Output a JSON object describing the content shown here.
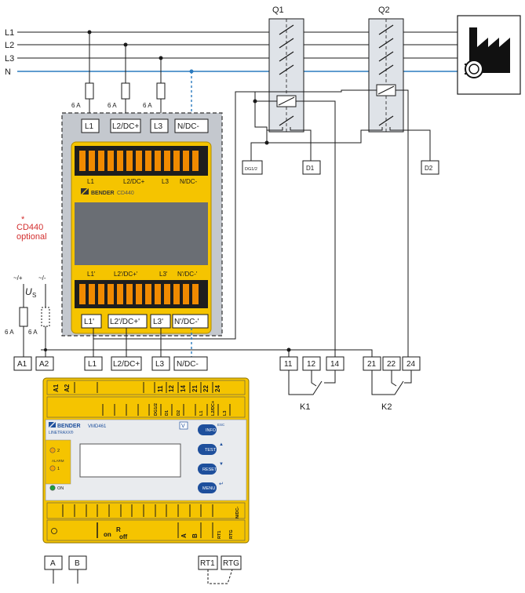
{
  "lines": {
    "l1": "L1",
    "l2": "L2",
    "l3": "L3",
    "n": "N"
  },
  "contactors": {
    "q1": "Q1",
    "q2": "Q2"
  },
  "fuses": {
    "f1": "6 A",
    "f2": "6 A",
    "f3": "6 A",
    "f4": "6 A",
    "f5": "6 A"
  },
  "supply": {
    "plus": "~/+",
    "minus": "~/-",
    "us_main": "U",
    "us_sub": "S"
  },
  "cd440": {
    "top_terminals": [
      "L1",
      "L2/DC+",
      "L3",
      "N/DC-"
    ],
    "bottom_terminals": [
      "L1'",
      "L2'/DC+'",
      "L3'",
      "N'/DC-'"
    ],
    "top_print": [
      "L1",
      "L2/DC+",
      "L3",
      "N/DC-"
    ],
    "bottom_print": [
      "L1'",
      "L2'/DC+'",
      "L3'",
      "N'/DC-'"
    ],
    "brand": "BENDER",
    "model": "CD440",
    "note_star": "*",
    "note_line1": "CD440",
    "note_line2": "optional"
  },
  "aux_terminals": {
    "dg": "DG1/2",
    "d1": "D1",
    "d2": "D2"
  },
  "vmd_inputs": {
    "a1": "A1",
    "a2": "A2",
    "l1": "L1",
    "l2": "L2/DC+",
    "l3": "L3",
    "n": "N/DC-"
  },
  "relays": {
    "k1_terms": [
      "11",
      "12",
      "14"
    ],
    "k2_terms": [
      "21",
      "22",
      "24"
    ],
    "k1": "K1",
    "k2": "K2"
  },
  "vmd461": {
    "brand": "BENDER",
    "series": "LINETRAXX®",
    "model": "VMD461",
    "top_row": [
      "A1",
      "A2",
      "11",
      "12",
      "14",
      "21",
      "22",
      "24"
    ],
    "second_row": [
      "DG1/2",
      "D1",
      "D2",
      "L1",
      "L2/DC+",
      "L3"
    ],
    "bottom_row": [
      "A",
      "B",
      "N/DC-",
      "RT1",
      "RTG"
    ],
    "switch_on": "on",
    "switch_r": "R",
    "switch_off": "off",
    "led_2": "2",
    "led_alarm": "ALARM",
    "led_1": "1",
    "led_on": "ON",
    "v_label": "V",
    "buttons": [
      "INFO",
      "TEST",
      "RESET",
      "MENU"
    ],
    "esc": "ESC",
    "up": "▲",
    "down": "▼",
    "enter": "↵"
  },
  "bus_terminals": [
    "A",
    "B",
    "RT1",
    "RTG"
  ],
  "colors": {
    "housing_yellow": "#f5c400",
    "neutral_blue": "#2b7bbf",
    "note_red": "#d32f2f",
    "clamp_orange": "#f08a00",
    "button_blue": "#1e4f9c"
  }
}
